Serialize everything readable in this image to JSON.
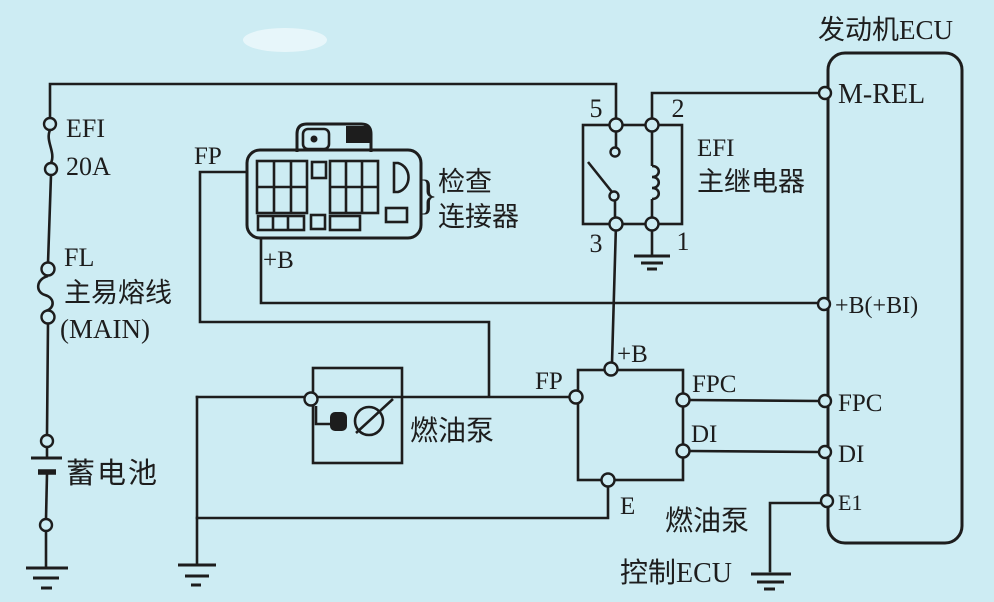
{
  "colors": {
    "background": "#cdecf3",
    "ink": "#1d1d1d"
  },
  "engine_ecu": {
    "title": "发动机ECU",
    "pin_m_rel": "M-REL",
    "pin_b_bi": "+B(+BI)",
    "pin_fpc": "FPC",
    "pin_di": "DI",
    "pin_e1": "E1"
  },
  "efi_fuse": {
    "line1": "EFI",
    "line2": "20A"
  },
  "fusible_link": {
    "line1": "FL",
    "line2": "主易熔线",
    "line3": "(MAIN)"
  },
  "battery": {
    "label": "蓄电池"
  },
  "check_connector": {
    "brace": "}",
    "label_line1": "检查",
    "label_line2": "连接器",
    "pin_fp": "FP",
    "pin_b": "+B"
  },
  "efi_main_relay": {
    "label_line1": "EFI",
    "label_line2": "主继电器",
    "pin_5": "5",
    "pin_2": "2",
    "pin_3": "3",
    "pin_1": "1"
  },
  "fuel_pump": {
    "label": "燃油泵"
  },
  "fuel_pump_control_ecu": {
    "label_line1": "燃油泵",
    "label_line2": "控制ECU",
    "pin_fp": "FP",
    "pin_b": "+B",
    "pin_fpc": "FPC",
    "pin_di": "DI",
    "pin_e": "E"
  }
}
